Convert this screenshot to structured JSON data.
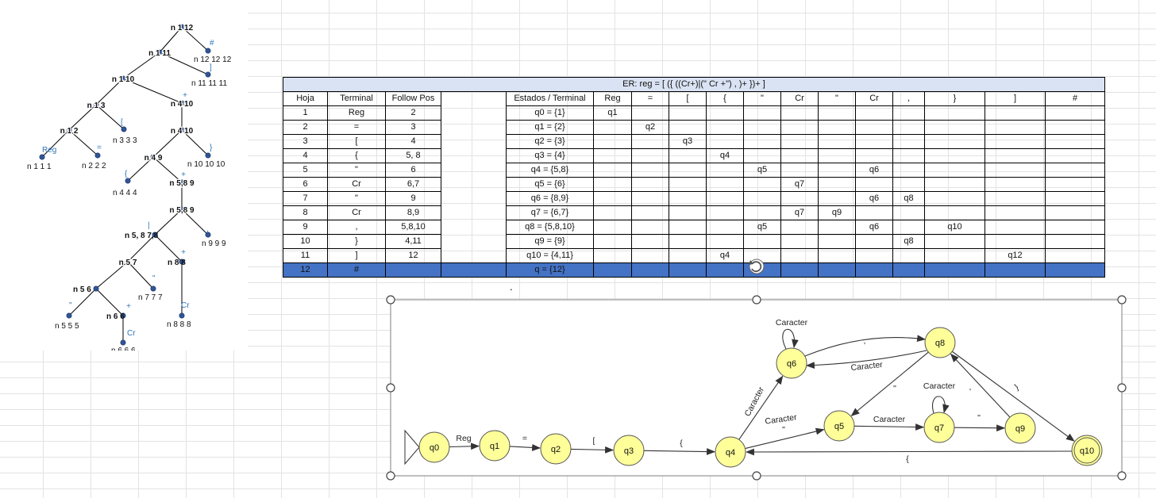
{
  "tree": {
    "nodes": [
      {
        "id": "n1_12",
        "label": "n 1 12",
        "sym": ""
      },
      {
        "id": "n12",
        "label": "n 12 12 12",
        "sym": "#"
      },
      {
        "id": "n1_11",
        "label": "n 1 11",
        "sym": ""
      },
      {
        "id": "n11",
        "label": "n 11 11 11",
        "sym": "]"
      },
      {
        "id": "n1_10",
        "label": "n 1 10",
        "sym": ""
      },
      {
        "id": "n4_10a",
        "label": "n 4 10",
        "sym": "+"
      },
      {
        "id": "n1_3",
        "label": "n 1 3",
        "sym": ""
      },
      {
        "id": "n3",
        "label": "n 3 3 3",
        "sym": "["
      },
      {
        "id": "n4_10b",
        "label": "n 4 10",
        "sym": ""
      },
      {
        "id": "n10",
        "label": "n 10 10 10",
        "sym": "}"
      },
      {
        "id": "n1_2",
        "label": "n 1 2",
        "sym": ""
      },
      {
        "id": "n2",
        "label": "n 2 2 2",
        "sym": "="
      },
      {
        "id": "n1",
        "label": "n 1 1 1",
        "sym": "Reg"
      },
      {
        "id": "n4_9",
        "label": "n 4 9",
        "sym": ""
      },
      {
        "id": "n4",
        "label": "n 4 4 4",
        "sym": "{"
      },
      {
        "id": "n58_9a",
        "label": "n 5,8 9",
        "sym": "+"
      },
      {
        "id": "n58_9b",
        "label": "n 5,8 9",
        "sym": ""
      },
      {
        "id": "n58_78",
        "label": "n 5, 8 7,8",
        "sym": "|"
      },
      {
        "id": "n9",
        "label": "n 9 9 9",
        "sym": ","
      },
      {
        "id": "n5_7",
        "label": "n 5 7",
        "sym": ""
      },
      {
        "id": "n8_8",
        "label": "n 8 8",
        "sym": "+"
      },
      {
        "id": "n5_6",
        "label": "n 5 6",
        "sym": ""
      },
      {
        "id": "n7",
        "label": "n 7 7 7",
        "sym": "\""
      },
      {
        "id": "n8",
        "label": "n 8 8 8",
        "sym": "Cr"
      },
      {
        "id": "n5",
        "label": "n 5 5 5",
        "sym": "\""
      },
      {
        "id": "n6_6",
        "label": "n 6 6",
        "sym": "+"
      },
      {
        "id": "n6",
        "label": "n 6 6 6",
        "sym": "Cr"
      }
    ]
  },
  "table": {
    "title": "ER: reg = [ ({ ((Cr+)|(\" Cr +\") , )+ })+ ]",
    "left_headers": [
      "Hoja",
      "Terminal",
      "Follow Pos"
    ],
    "right_headers": [
      "Estados / Terminal",
      "Reg",
      "=",
      "[",
      "{",
      "\"",
      "Cr",
      "\"",
      "Cr",
      ",",
      "}",
      "]",
      "#"
    ],
    "left_rows": [
      [
        "1",
        "Reg",
        "2"
      ],
      [
        "2",
        "=",
        "3"
      ],
      [
        "3",
        "[",
        "4"
      ],
      [
        "4",
        "{",
        "5, 8"
      ],
      [
        "5",
        "\"",
        "6"
      ],
      [
        "6",
        "Cr",
        "6,7"
      ],
      [
        "7",
        "\"",
        "9"
      ],
      [
        "8",
        "Cr",
        "8,9"
      ],
      [
        "9",
        ",",
        "5,8,10"
      ],
      [
        "10",
        "}",
        "4,11"
      ],
      [
        "11",
        "]",
        "12"
      ],
      [
        "12",
        "#",
        ""
      ]
    ],
    "right_rows": [
      [
        "q0 = {1}",
        "q1",
        "",
        "",
        "",
        "",
        "",
        "",
        "",
        "",
        "",
        "",
        ""
      ],
      [
        "q1 = {2}",
        "",
        "q2",
        "",
        "",
        "",
        "",
        "",
        "",
        "",
        "",
        "",
        ""
      ],
      [
        "q2 = {3}",
        "",
        "",
        "q3",
        "",
        "",
        "",
        "",
        "",
        "",
        "",
        "",
        ""
      ],
      [
        "q3 = {4}",
        "",
        "",
        "",
        "q4",
        "",
        "",
        "",
        "",
        "",
        "",
        "",
        ""
      ],
      [
        "q4 = {5,8}",
        "",
        "",
        "",
        "",
        "q5",
        "",
        "",
        "q6",
        "",
        "",
        "",
        ""
      ],
      [
        "q5 = {6}",
        "",
        "",
        "",
        "",
        "",
        "q7",
        "",
        "",
        "",
        "",
        "",
        ""
      ],
      [
        "q6 = {8,9}",
        "",
        "",
        "",
        "",
        "",
        "",
        "",
        "q6",
        "q8",
        "",
        "",
        ""
      ],
      [
        "q7 = {6,7}",
        "",
        "",
        "",
        "",
        "",
        "q7",
        "q9",
        "",
        "",
        "",
        "",
        ""
      ],
      [
        "q8 = {5,8,10}",
        "",
        "",
        "",
        "",
        "q5",
        "",
        "",
        "q6",
        "",
        "q10",
        "",
        ""
      ],
      [
        "q9 = {9}",
        "",
        "",
        "",
        "",
        "",
        "",
        "",
        "",
        "q8",
        "",
        "",
        ""
      ],
      [
        "q10 = {4,11}",
        "",
        "",
        "",
        "q4",
        "",
        "",
        "",
        "",
        "",
        "",
        "q12",
        ""
      ],
      [
        "q = {12}",
        "",
        "",
        "",
        "",
        "",
        "",
        "",
        "",
        "",
        "",
        "",
        ""
      ]
    ],
    "stray_mark": "."
  },
  "automaton": {
    "states": [
      "q0",
      "q1",
      "q2",
      "q3",
      "q4",
      "q5",
      "q6",
      "q7",
      "q8",
      "q9",
      "q10"
    ],
    "labels": {
      "reg": "Reg",
      "eq": "=",
      "lbracket": "[",
      "lbrace": "{",
      "caracter_q4_q6": "Caracter",
      "caracter_q4_q5": "Caracter",
      "quote_q4_q5": "\"",
      "self_q6": "Caracter",
      "q8_q6": "Caracter",
      "comma_q6_q8": ",",
      "quote_q8_q5": "\"",
      "caracter_q5_q7": "Caracter",
      "self_q7": "Caracter",
      "tick_q7": "'",
      "quote_q7_q9": "\"",
      "brace_q8_q10": "}",
      "lbrace_q10_q4": "{"
    }
  },
  "colors": {
    "node_fill": "#ffff99",
    "title_fill": "#dae3f3",
    "selected_row": "#4472c4",
    "tree_dot": "#2f5597",
    "tree_sym": "#2e75b6"
  }
}
